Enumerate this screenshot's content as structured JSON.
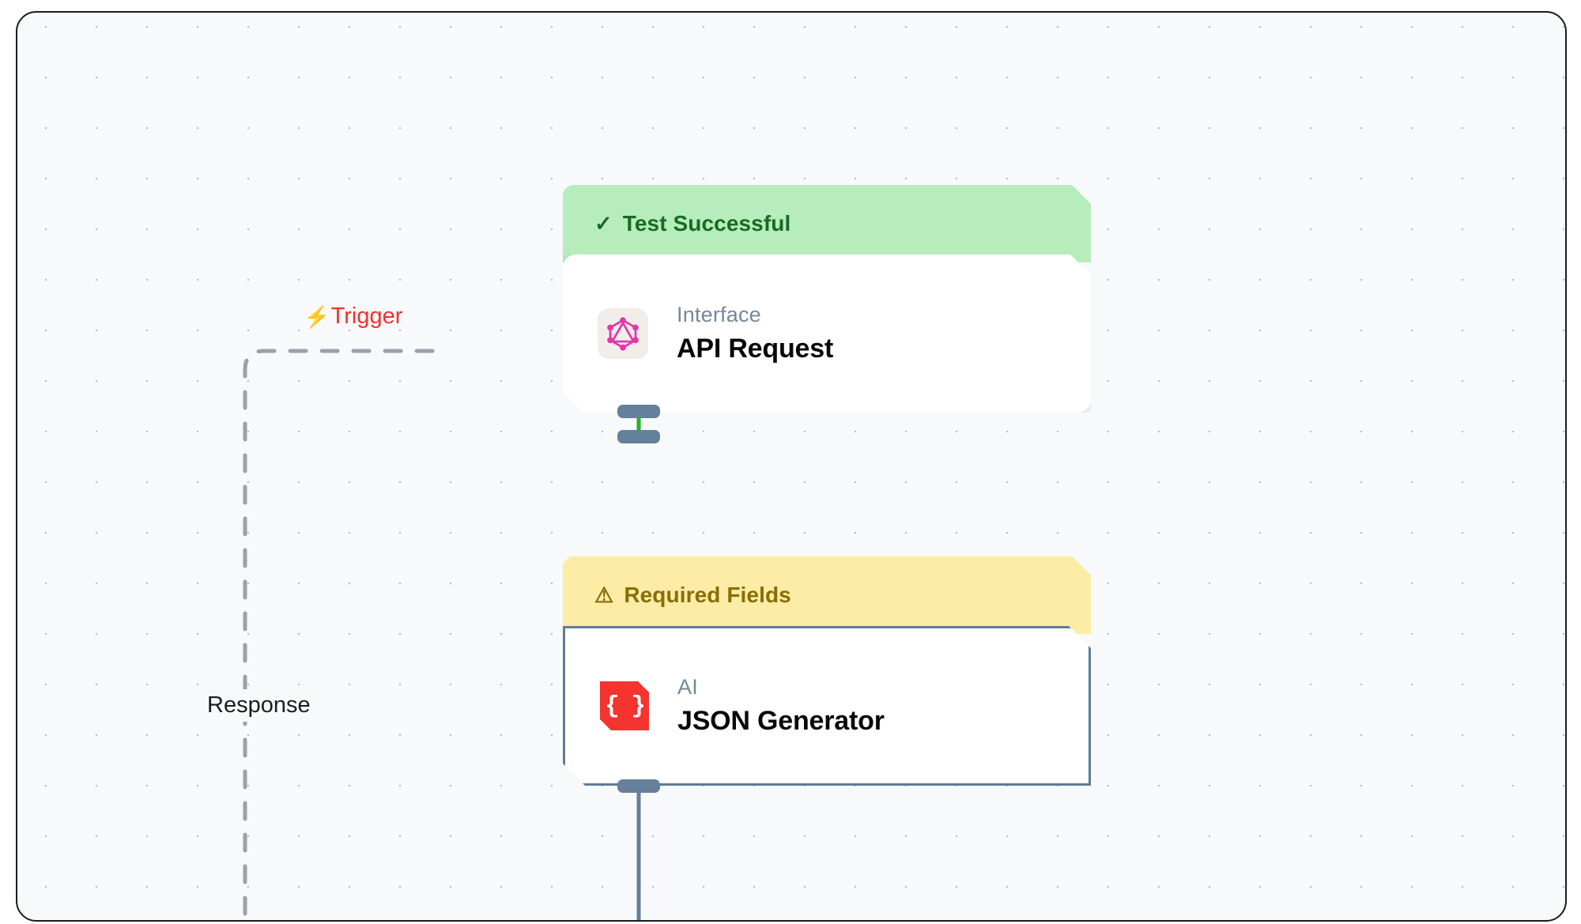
{
  "canvas": {
    "background_color": "#f7f9fb",
    "grid": "dot-grid",
    "border_color": "#1b1c1e"
  },
  "edges": [
    {
      "name": "trigger-edge",
      "label": "Trigger",
      "icon": "lightning-bolt-icon",
      "icon_glyph": "⚡",
      "color": "#f0322c",
      "style": "dashed",
      "line_color": "#9aa1ab"
    },
    {
      "name": "response-edge",
      "label": "Response",
      "color": "#1b1c1e",
      "style": "dashed",
      "line_color": "#9aa1ab"
    },
    {
      "name": "api-to-json-edge",
      "color": "#22b622",
      "style": "solid"
    },
    {
      "name": "json-output-edge",
      "color": "#64809b",
      "style": "solid"
    }
  ],
  "nodes": [
    {
      "id": "api-request",
      "banner": {
        "status": "success",
        "label": "Test Successful",
        "icon": "check-icon",
        "icon_glyph": "✓",
        "bg_color": "#b7ecbc",
        "text_color": "#176b23"
      },
      "icon": "graphql-icon",
      "icon_color": "#e535ab",
      "subtitle": "Interface",
      "title": "API Request"
    },
    {
      "id": "json-generator",
      "banner": {
        "status": "warning",
        "label": "Required Fields",
        "icon": "warning-triangle-icon",
        "icon_glyph": "⚠",
        "bg_color": "#fceca6",
        "text_color": "#8a6d07"
      },
      "icon": "json-braces-icon",
      "icon_glyph": "{ }",
      "icon_color": "#f5332f",
      "subtitle": "AI",
      "title": "JSON Generator"
    }
  ]
}
